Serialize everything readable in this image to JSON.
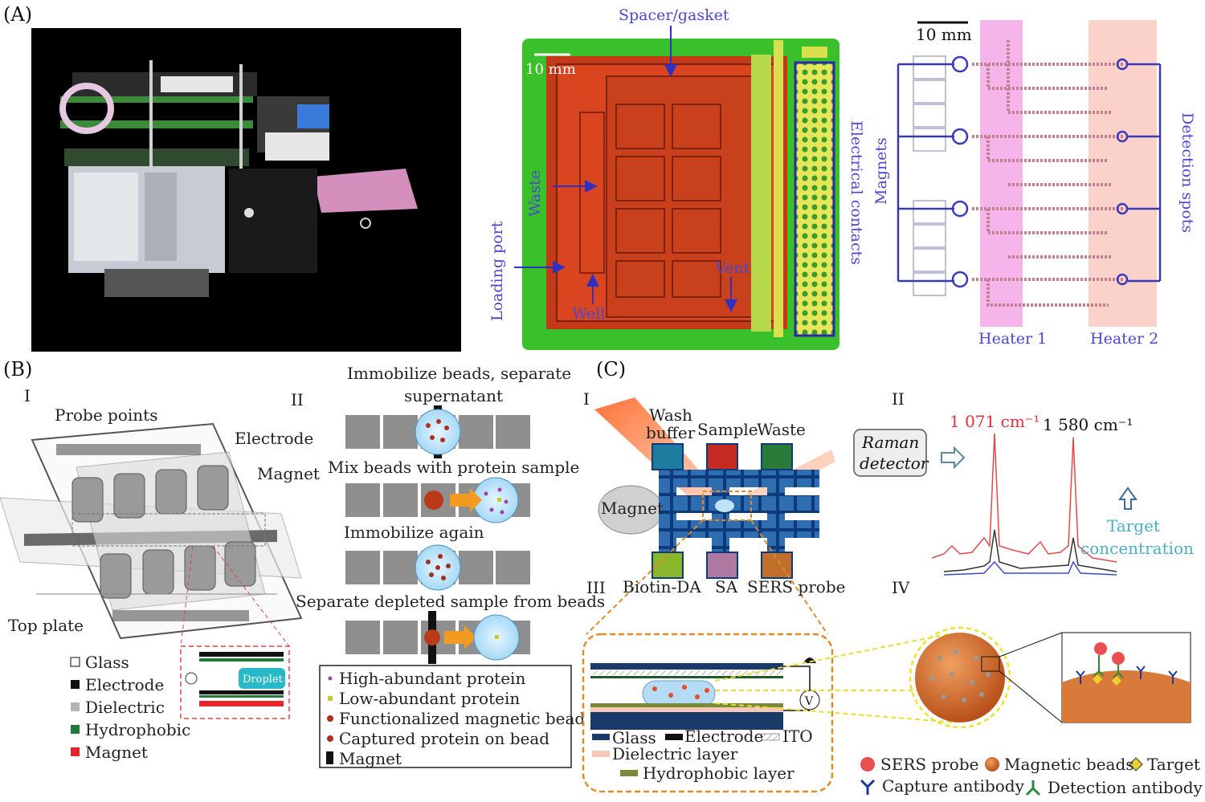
{
  "panel_a": {
    "tag": "(A)",
    "chip_labels": {
      "spacer": "Spacer/gasket",
      "scale": "10 mm",
      "waste": "Waste",
      "loading": "Loading port",
      "well": "Well",
      "vent": "Vent",
      "contacts": "Electrical contacts"
    },
    "schematic_labels": {
      "scale": "10 mm",
      "magnets": "Magnets",
      "detection": "Detection spots",
      "heater1": "Heater 1",
      "heater2": "Heater 2"
    }
  },
  "panel_b": {
    "tag": "(B)",
    "sub1": "I",
    "sub2": "II",
    "device_labels": {
      "probe": "Probe points",
      "electrode": "Electrode",
      "magnet": "Magnet",
      "top_plate": "Top plate",
      "droplet": "Droplet"
    },
    "legend": [
      {
        "label": "Glass",
        "color": "#ffffff"
      },
      {
        "label": "Electrode",
        "color": "#111111"
      },
      {
        "label": "Dielectric",
        "color": "#b5b5b5"
      },
      {
        "label": "Hydrophobic",
        "color": "#1f7a3a"
      },
      {
        "label": "Magnet",
        "color": "#e8232a"
      }
    ],
    "steps": [
      "Immobilize beads, separate",
      "supernatant",
      "Mix beads with protein sample",
      "Immobilize again",
      "Separate depleted sample from beads"
    ],
    "step_legend": [
      "High-abundant protein",
      "Low-abundant protein",
      "Functionalized magnetic bead",
      "Captured protein on bead",
      "Magnet"
    ]
  },
  "panel_c": {
    "tag": "(C)",
    "sub1": "I",
    "sub2": "II",
    "sub3": "III",
    "sub4": "IV",
    "chip_labels": {
      "wash1": "Wash",
      "wash2": "buffer",
      "sample": "Sample",
      "waste": "Waste",
      "magnet": "Magnet",
      "biotin": "Biotin-DA",
      "sa": "SA",
      "sers": "SERS probe"
    },
    "raman": {
      "detector1": "Raman",
      "detector2": "detector",
      "peak1": "1 071 cm⁻¹",
      "peak2": "1 580 cm⁻¹",
      "target1": "Target",
      "target2": "concentration"
    },
    "layer_legend": {
      "glass": "Glass",
      "electrode": "Electrode",
      "ito": "ITO",
      "dielectric": "Dielectric layer",
      "hydrophobic": "Hydrophobic layer",
      "voltage": "V"
    },
    "bead_legend": {
      "sers": "SERS probe",
      "beads": "Magnetic beads",
      "target": "Target",
      "capture": "Capture antibody",
      "detection": "Detection antibody"
    }
  }
}
